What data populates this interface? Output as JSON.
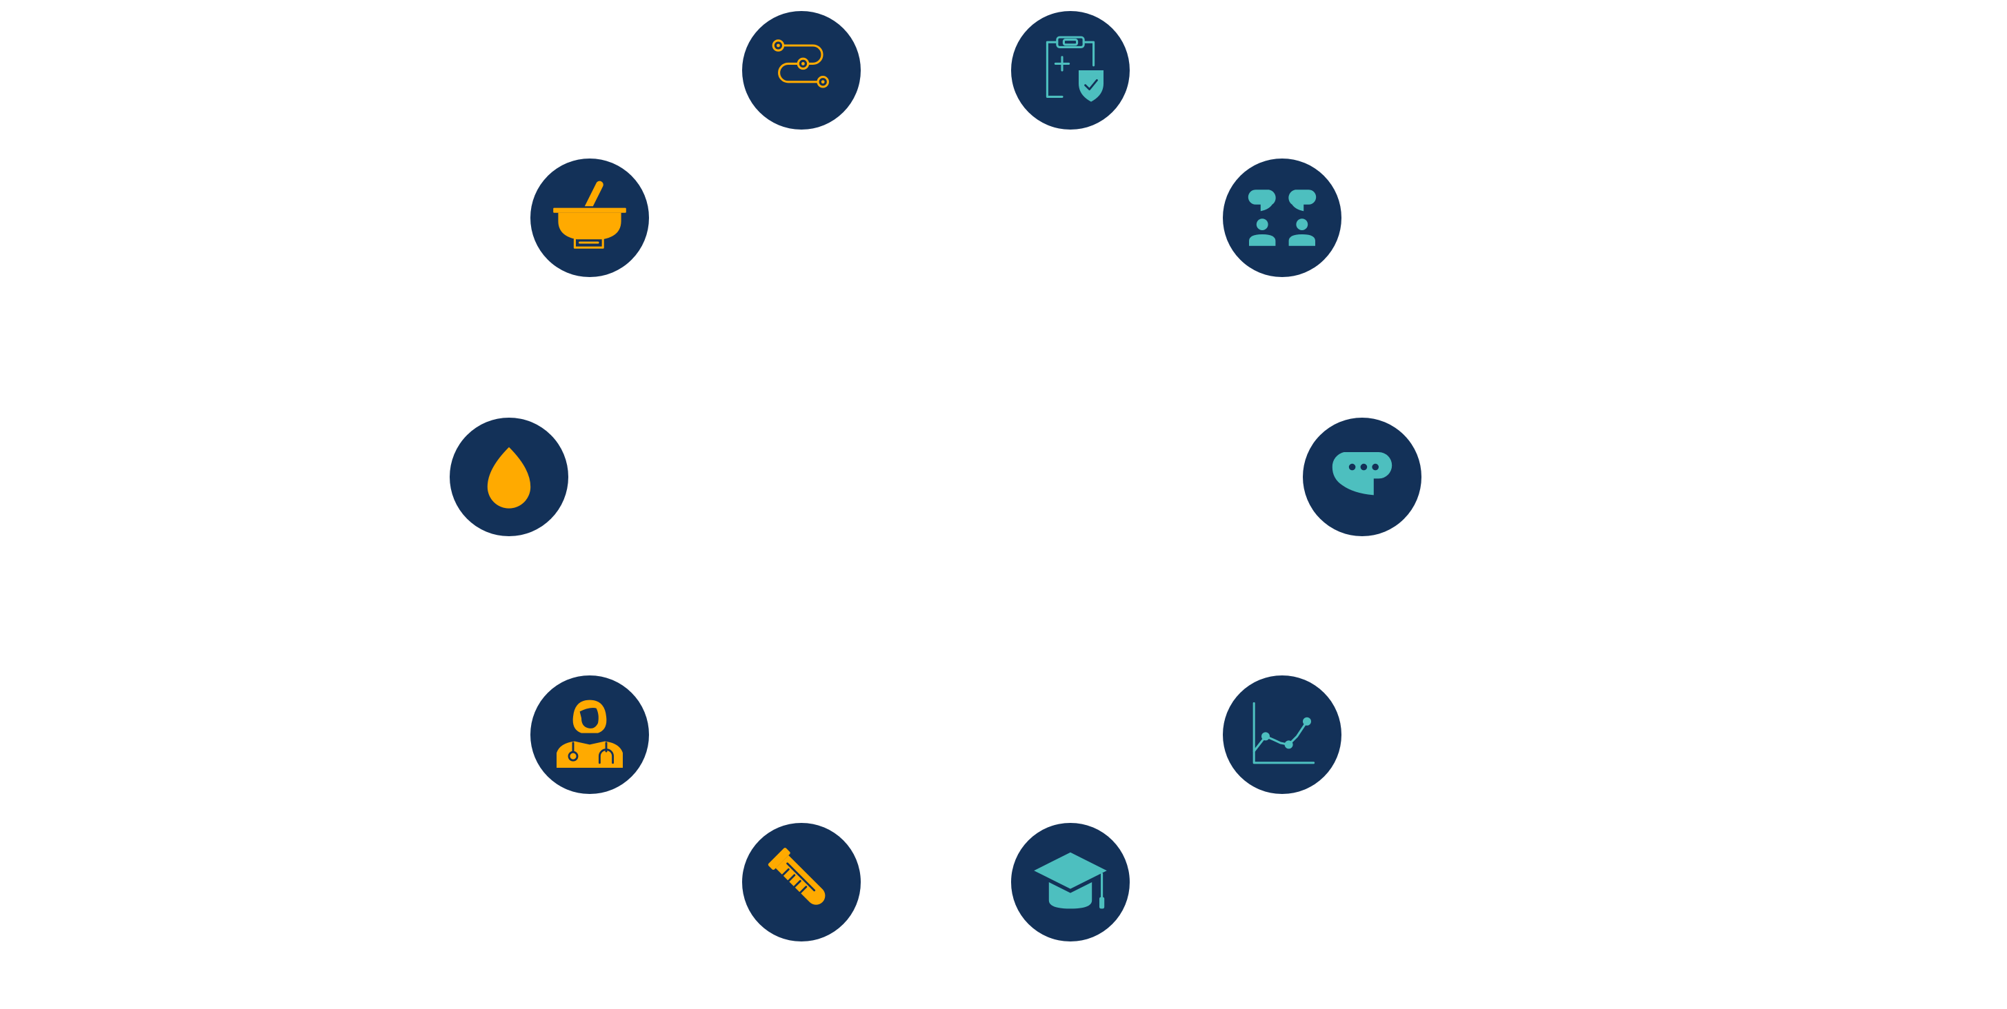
{
  "diagram": {
    "type": "circular-icon-ring",
    "background": "#FFFFFF",
    "colors": {
      "circle": "#133158",
      "orange": "#FFAA00",
      "teal": "#4DBFBF"
    },
    "nodes": [
      {
        "icon": "workflow-path-icon",
        "color": "orange"
      },
      {
        "icon": "medical-clipboard-shield-icon",
        "color": "teal"
      },
      {
        "icon": "people-discussion-icon",
        "color": "teal"
      },
      {
        "icon": "chat-bubble-icon",
        "color": "teal"
      },
      {
        "icon": "line-chart-icon",
        "color": "teal"
      },
      {
        "icon": "graduation-cap-icon",
        "color": "teal"
      },
      {
        "icon": "test-tube-icon",
        "color": "orange"
      },
      {
        "icon": "doctor-icon",
        "color": "orange"
      },
      {
        "icon": "blood-drop-icon",
        "color": "orange"
      },
      {
        "icon": "mortar-pestle-icon",
        "color": "orange"
      }
    ]
  }
}
